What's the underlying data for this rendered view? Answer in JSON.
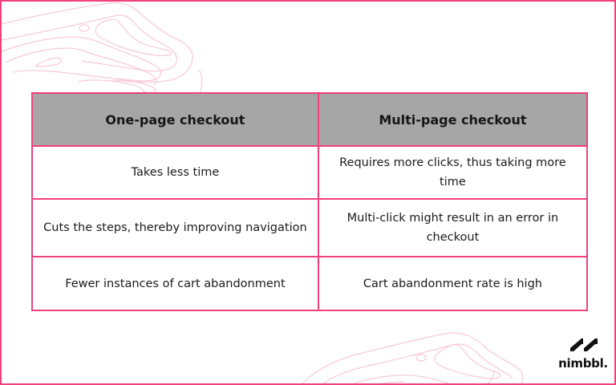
{
  "colors": {
    "accent": "#f0417d",
    "header_bg": "#a6a6a6",
    "topo_line": "#f7c9d8",
    "text": "#1a1a1a"
  },
  "table": {
    "headers": [
      "One-page checkout",
      "Multi-page checkout"
    ],
    "rows": [
      [
        "Takes less time",
        "Requires more clicks, thus taking more time"
      ],
      [
        "Cuts the steps, thereby improving navigation",
        "Multi-click might result in an error in checkout"
      ],
      [
        "Fewer instances of cart abandonment",
        "Cart abandonment rate is high"
      ]
    ]
  },
  "logo": {
    "text": "nimbbl.",
    "icon": "nimbbl-double-slash-mark"
  }
}
